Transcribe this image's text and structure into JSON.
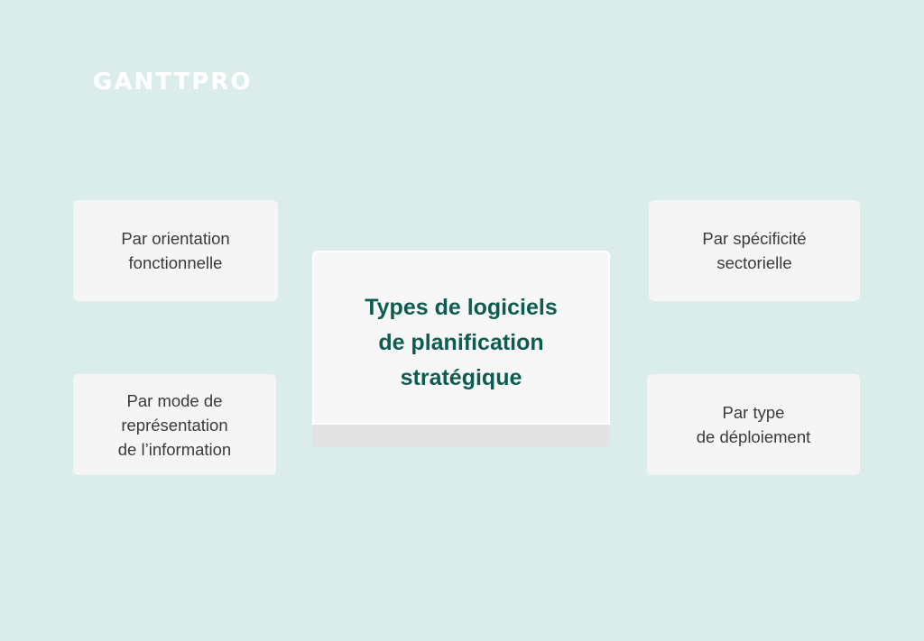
{
  "logo": {
    "text": "GANTTPRO"
  },
  "center": {
    "lines": [
      "Types de logiciels",
      "de planification",
      "stratégique"
    ]
  },
  "cards": {
    "top_left": [
      "Par orientation",
      "fonctionnelle"
    ],
    "bottom_left": [
      "Par mode de",
      "représentation",
      "de l’information"
    ],
    "top_right": [
      "Par spécificité",
      "sectorielle"
    ],
    "bottom_right": [
      "Par type",
      "de déploiement"
    ]
  },
  "colors": {
    "background": "#dbedea",
    "card": "#f5f5f5",
    "title": "#0d5c4f",
    "text": "#3a3a3a"
  }
}
